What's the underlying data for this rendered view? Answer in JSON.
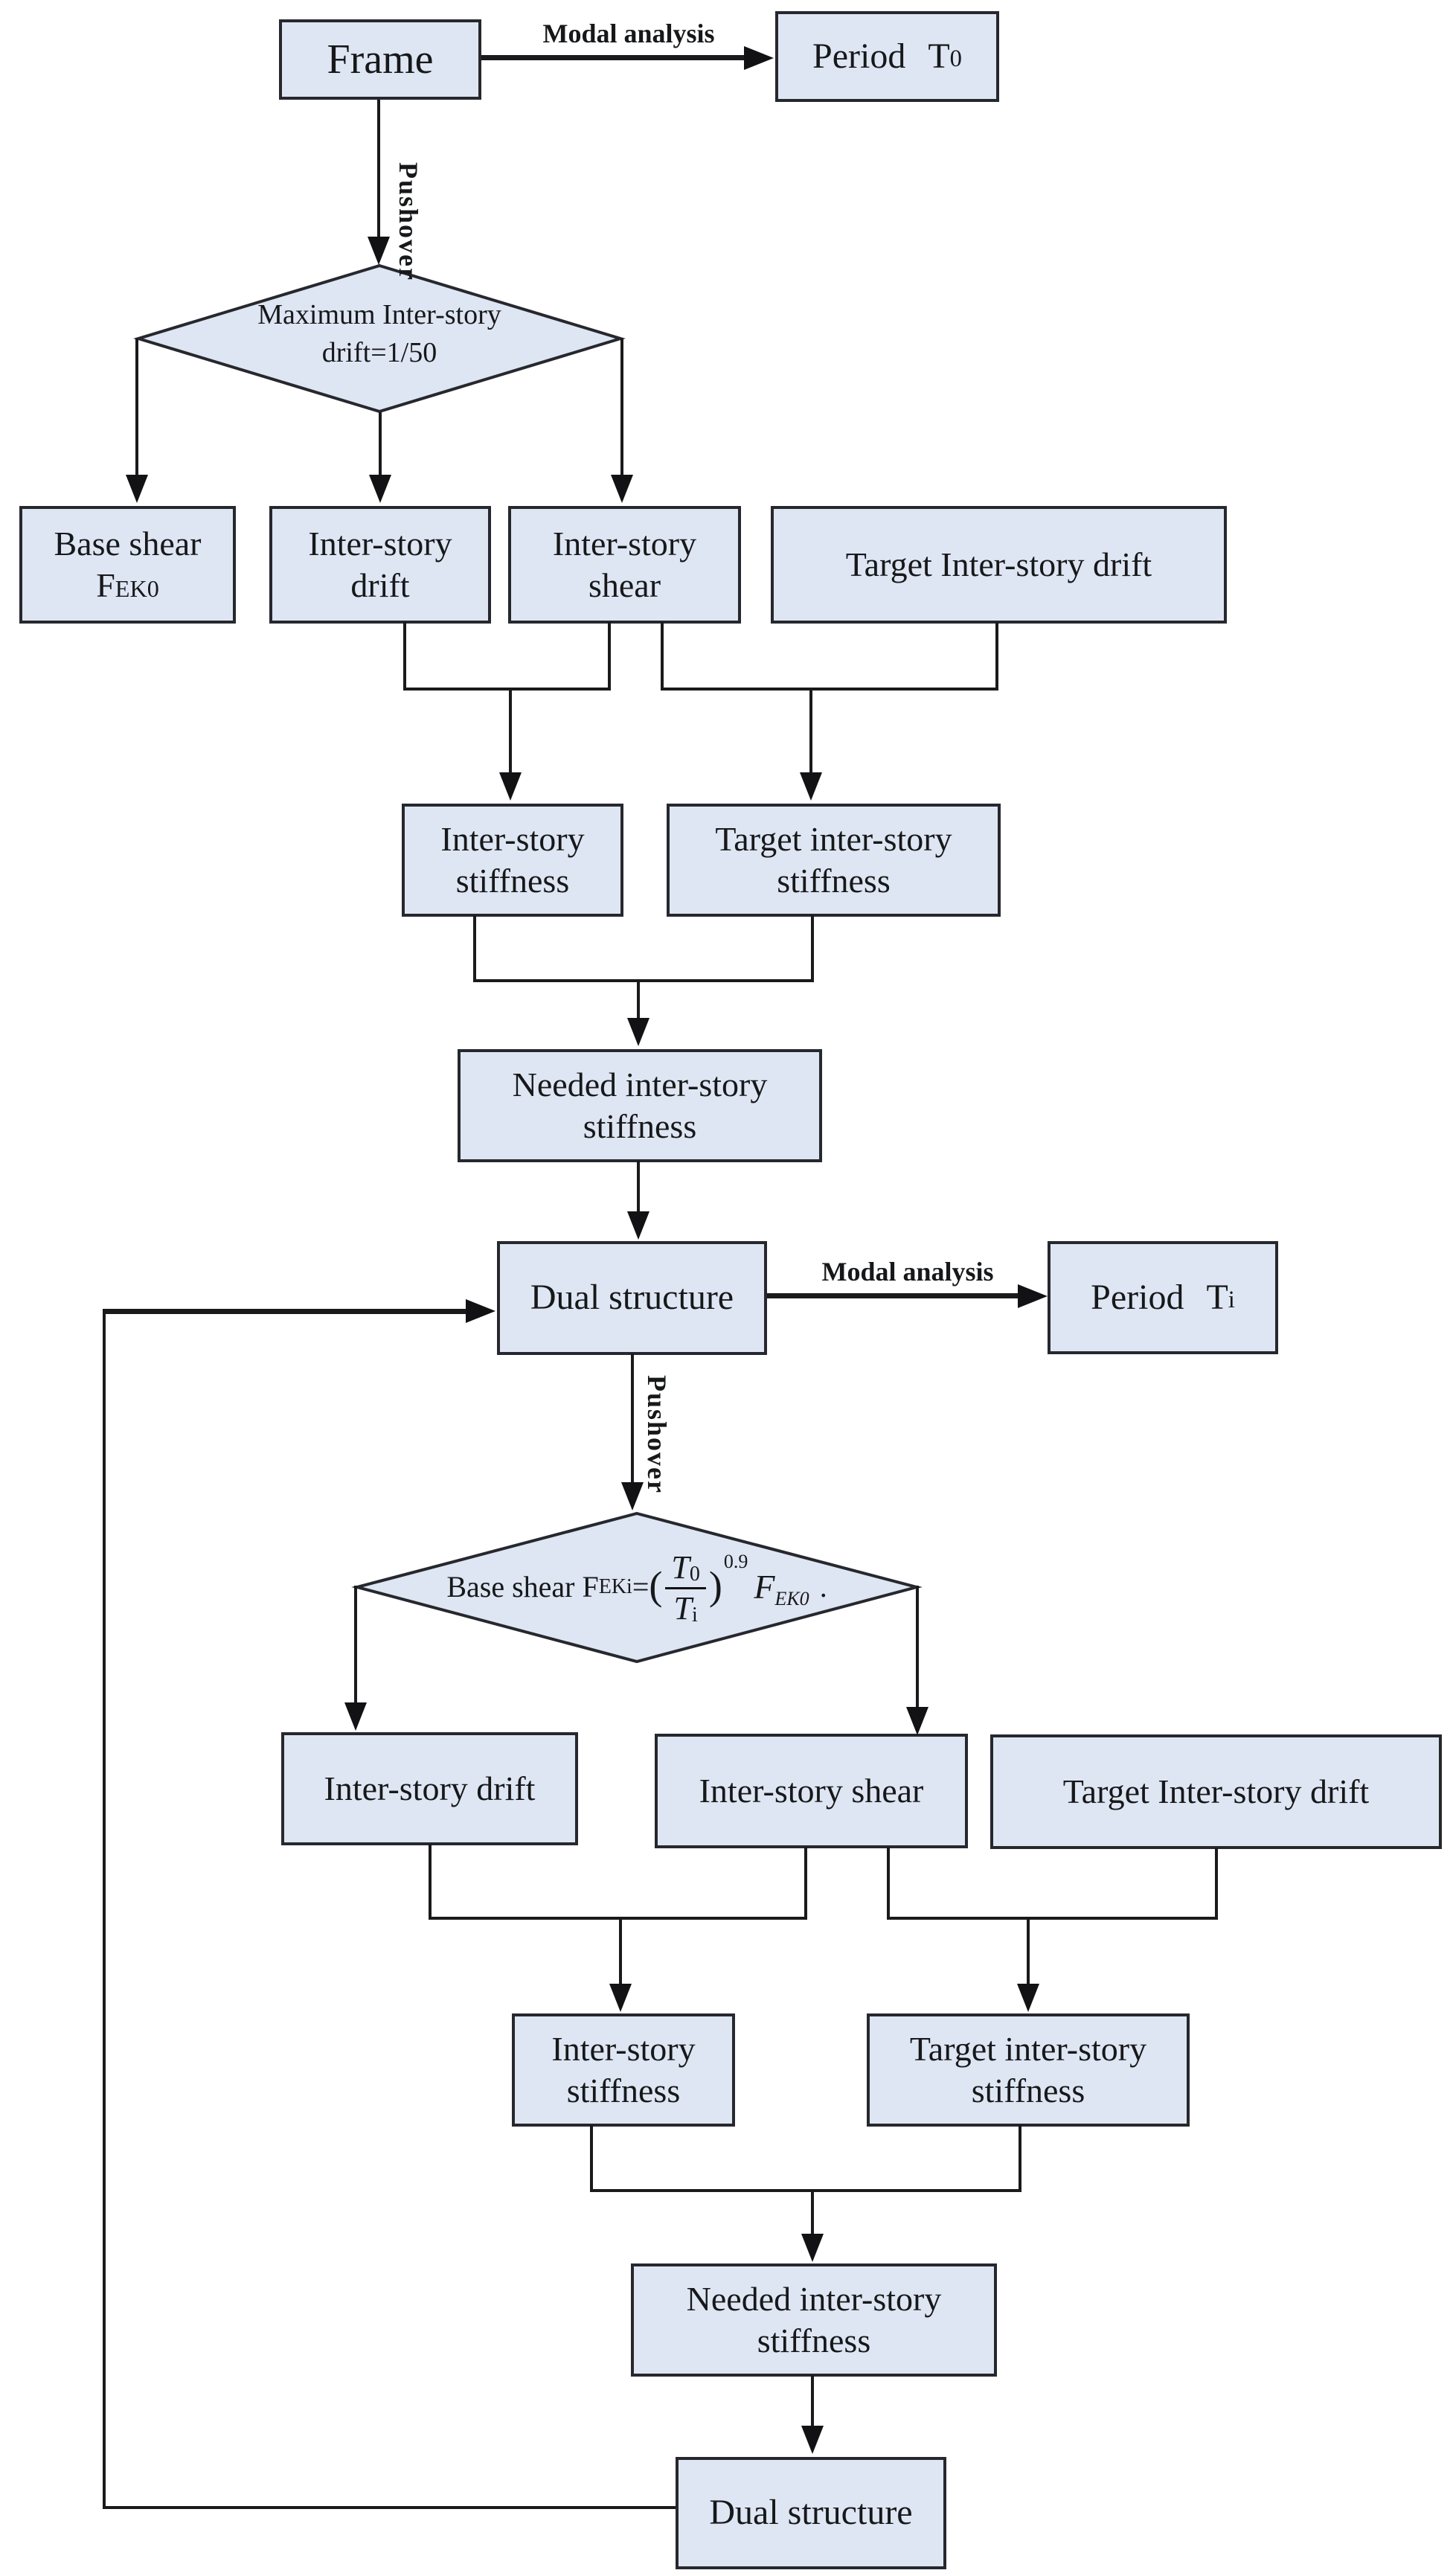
{
  "colors": {
    "node_fill": "#dee6f3",
    "node_border": "#26282d",
    "line": "#1a1a1c",
    "text": "#17181a"
  },
  "nodes": {
    "frame": "Frame",
    "period_t0": {
      "word": "Period",
      "sym": "T",
      "sub": "0"
    },
    "base_shear": {
      "line1": "Base shear",
      "sym": "F",
      "sub": "EK0"
    },
    "inter_story_drift_1": "Inter-story\ndrift",
    "inter_story_shear_1": "Inter-story\nshear",
    "target_drift_1": "Target Inter-story drift",
    "inter_story_stiffness_1": "Inter-story\nstiffness",
    "target_stiffness_1": "Target inter-story\nstiffness",
    "needed_stiffness_1": "Needed inter-story\nstiffness",
    "dual_structure_1": "Dual structure",
    "period_ti": {
      "word": "Period",
      "sym": "T",
      "sub": "i"
    },
    "inter_story_drift_2": "Inter-story drift",
    "inter_story_shear_2": "Inter-story shear",
    "target_drift_2": "Target Inter-story drift",
    "inter_story_stiffness_2": "Inter-story\nstiffness",
    "target_stiffness_2": "Target inter-story\nstiffness",
    "needed_stiffness_2": "Needed inter-story\nstiffness",
    "dual_structure_2": "Dual structure"
  },
  "decisions": {
    "decision_1": "Maximum Inter-story\ndrift=1/50",
    "decision_2": {
      "prefix": "Base shear F",
      "prefix_sub": "EKi",
      "equals": "=",
      "open_paren": "(",
      "frac_num": "T",
      "frac_num_sub": "0",
      "frac_den": "T",
      "frac_den_sub": "i",
      "close_paren": ")",
      "exponent": "0.9",
      "factor": "F",
      "factor_sub": "EK0",
      "end_dot": "."
    }
  },
  "edge_labels": {
    "modal_1": "Modal analysis",
    "modal_2": "Modal analysis",
    "pushover_1": "Pushover",
    "pushover_2": "Pushover"
  }
}
